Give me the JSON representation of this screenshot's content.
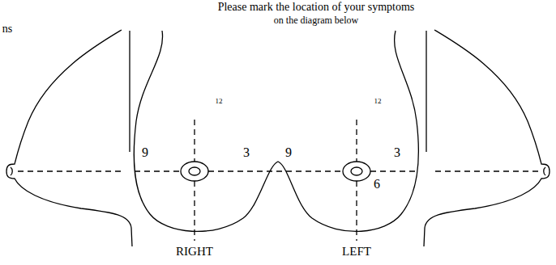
{
  "diagram": {
    "title": "Please mark the location of your symptoms",
    "labels": [
      "ns",
      "on the diagram below",
      "12",
      "9",
      "3",
      "9",
      "12",
      "3",
      "6",
      "RIGHT",
      "LEFT"
    ]
  }
}
